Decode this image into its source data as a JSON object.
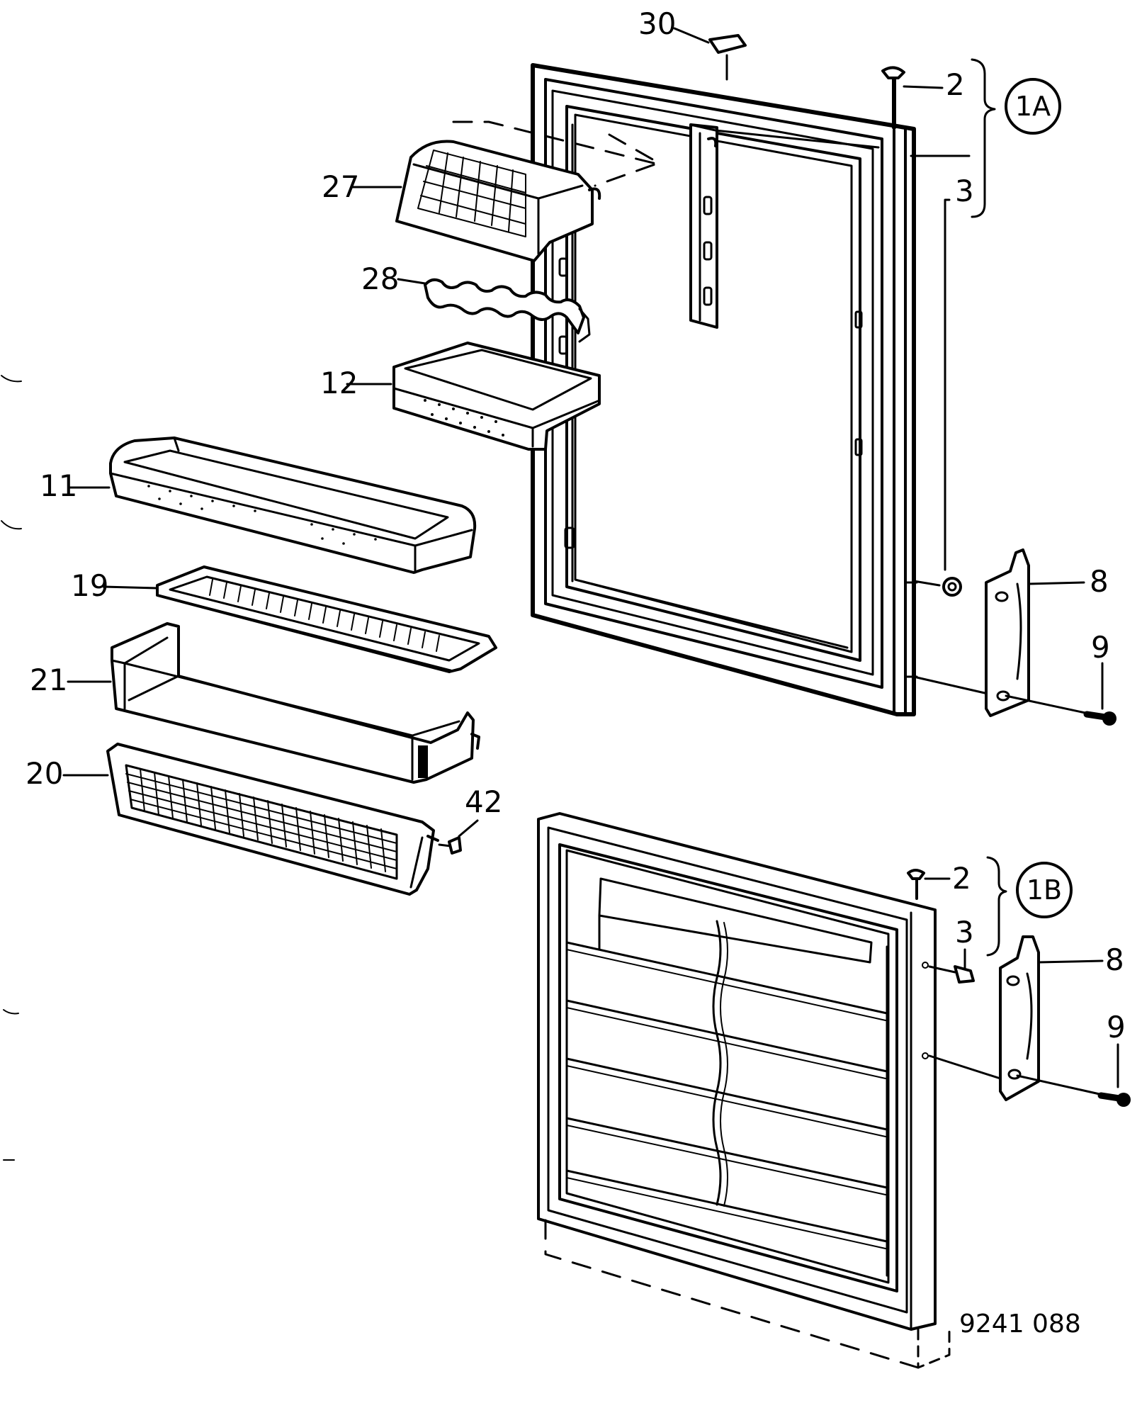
{
  "callouts": {
    "c30": "30",
    "c2a": "2",
    "c3a": "3",
    "c1a": "1A",
    "c27": "27",
    "c28": "28",
    "c12": "12",
    "c11": "11",
    "c19": "19",
    "c21": "21",
    "c20": "20",
    "c42": "42",
    "c8a": "8",
    "c9a": "9",
    "c2b": "2",
    "c1b": "1B",
    "c3b": "3",
    "c8b": "8",
    "c9b": "9"
  },
  "reference_number": "9241 088"
}
